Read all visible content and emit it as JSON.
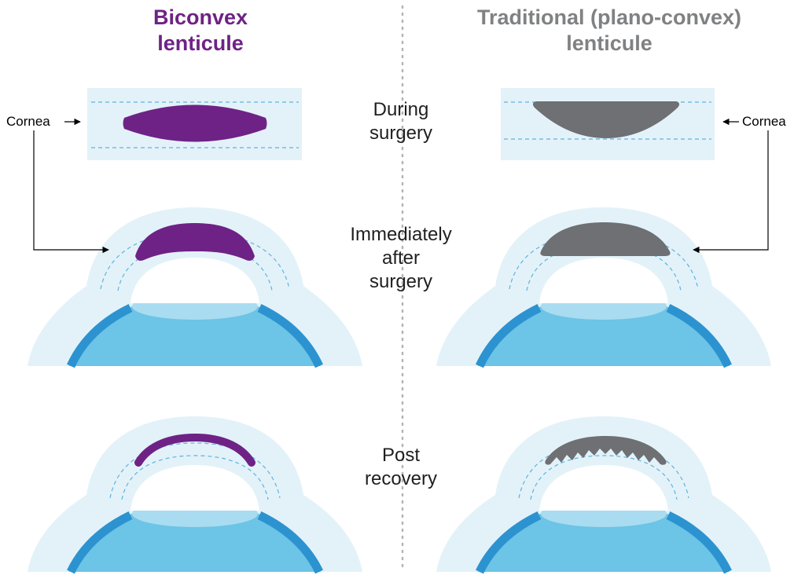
{
  "columns": {
    "left": {
      "title": "Biconvex\nlenticule",
      "color": "#6f2285"
    },
    "right": {
      "title": "Traditional (plano-convex)\nlenticule",
      "color": "#7f8183"
    }
  },
  "stages": {
    "during": "During\nsurgery",
    "immediate": "Immediately\nafter\nsurgery",
    "post": "Post\nrecovery"
  },
  "cornea_label": "Cornea",
  "colors": {
    "biconvex": "#6f2285",
    "plano_convex": "#6e7073",
    "cornea_tissue": "#e3f2f9",
    "cornea_dash": "#5fb3dd",
    "eye_ball": "#6cc4e6",
    "iris": "#2c93d0",
    "lens": "#a9dcf0",
    "divider": "#b5b5b5"
  }
}
